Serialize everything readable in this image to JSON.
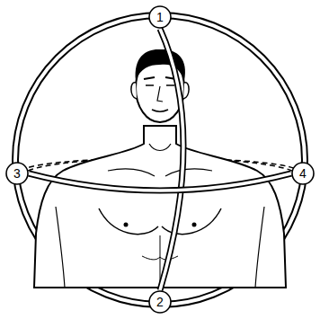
{
  "diagram": {
    "nodes": [
      {
        "text": [
          "1"
        ]
      },
      {
        "text": [
          "2"
        ]
      },
      {
        "text": [
          "3"
        ]
      },
      {
        "text": [
          "4"
        ]
      }
    ],
    "edges": [
      {
        "from": 0,
        "to": 1,
        "arrow": "none"
      },
      {
        "from": 2,
        "to": 3,
        "arrow": "none"
      }
    ]
  }
}
